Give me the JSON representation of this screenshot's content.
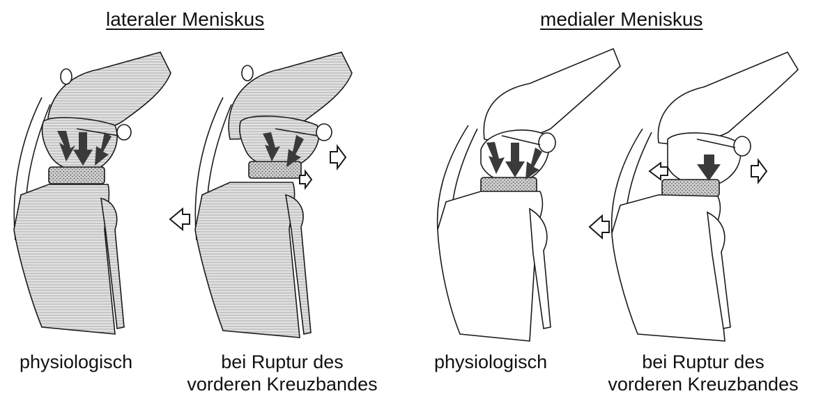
{
  "headings": {
    "lateral": "lateraler Meniskus",
    "medial": "medialer Meniskus"
  },
  "captions": {
    "lateral_physiological": "physiologisch",
    "lateral_rupture_line1": "bei Ruptur des",
    "lateral_rupture_line2": "vorderen Kreuzbandes",
    "medial_physiological": "physiologisch",
    "medial_rupture_line1": "bei Ruptur des",
    "medial_rupture_line2": "vorderen Kreuzbandes"
  },
  "colors": {
    "bone_shading": "#d6d6d6",
    "outline": "#1a1a1a",
    "arrow_fill": "#3a3a3a",
    "meniscus": "#bdbdbd"
  }
}
